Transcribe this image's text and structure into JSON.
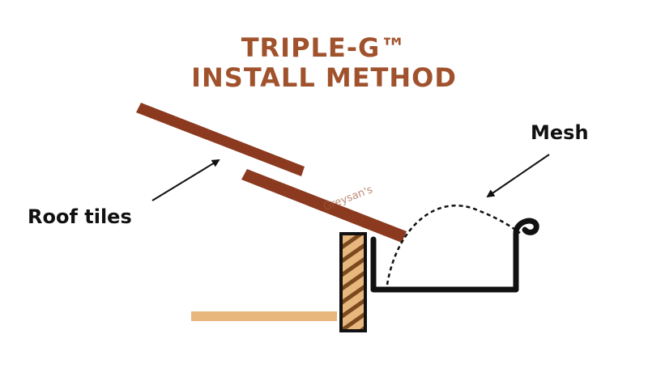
{
  "title": {
    "line1": "TRIPLE-G™",
    "line2": "INSTALL METHOD"
  },
  "labels": {
    "roof_tiles": "Roof tiles",
    "mesh": "Mesh"
  },
  "watermark": "Greysan's",
  "colors": {
    "title": "#a0522d",
    "tile": "#8b3a1f",
    "wood": "#e8b77e",
    "wood_stripe": "#7a4a1e",
    "outline": "#111111",
    "background": "#ffffff"
  }
}
